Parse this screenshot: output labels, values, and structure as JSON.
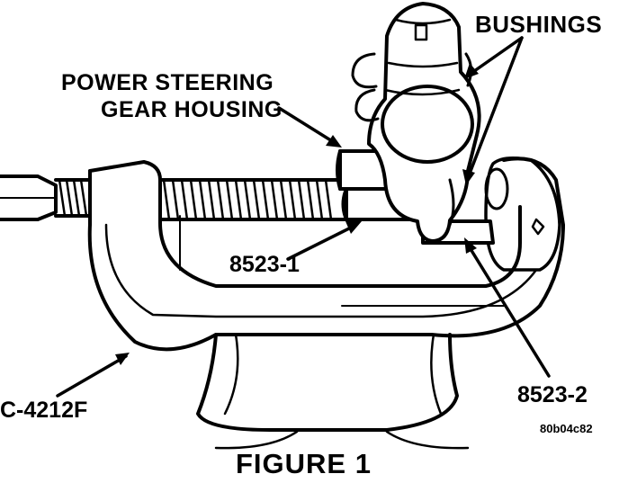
{
  "labels": {
    "bushings": "BUSHINGS",
    "power_steering_line1": "POWER STEERING",
    "power_steering_line2": "GEAR HOUSING",
    "tool_8523_1": "8523-1",
    "tool_8523_2": "8523-2",
    "press_c4212f": "C-4212F",
    "image_code": "80b04c82",
    "figure_caption": "FIGURE 1"
  }
}
